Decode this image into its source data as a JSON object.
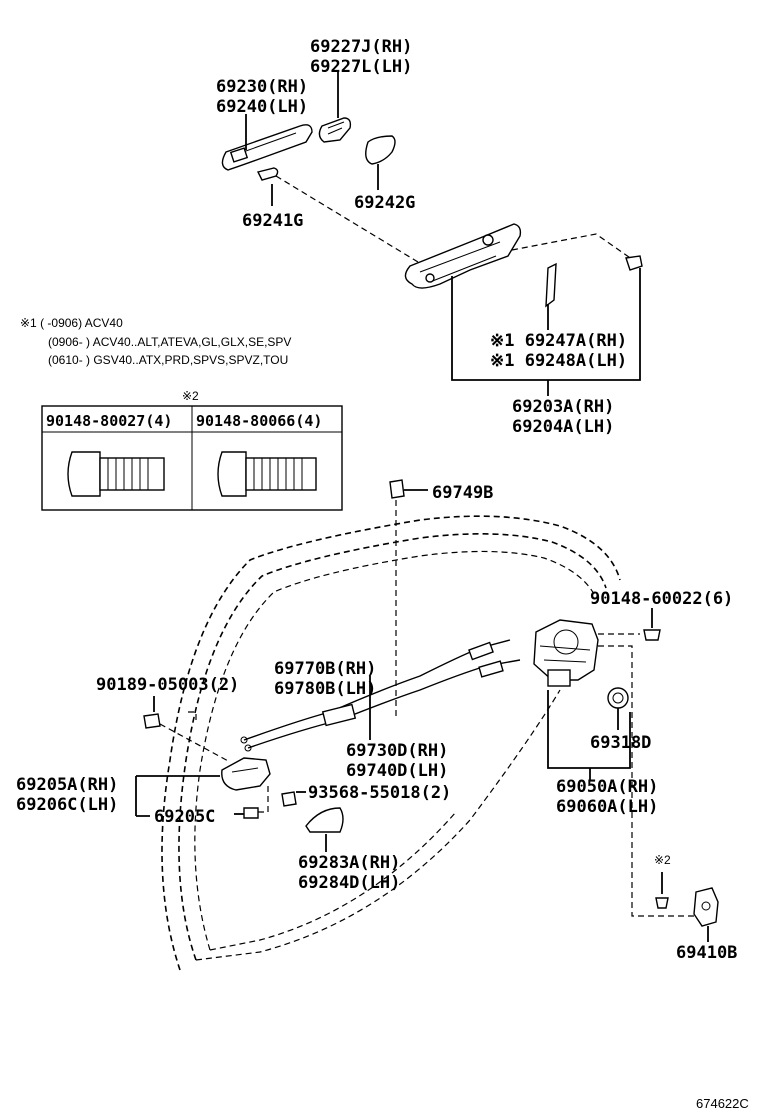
{
  "labels": {
    "p69227": [
      "69227J(RH)",
      "69227L(LH)"
    ],
    "p69230": [
      "69230(RH)",
      "69240(LH)"
    ],
    "p69241G": "69241G",
    "p69242G": "69242G",
    "p69247": [
      "※1 69247A(RH)",
      "※1 69248A(LH)"
    ],
    "p69203": [
      "69203A(RH)",
      "69204A(LH)"
    ],
    "p69749B": "69749B",
    "p90148_60022": "90148-60022(6)",
    "p69770": [
      "69770B(RH)",
      "69780B(LH)"
    ],
    "p90189": "90189-05003(2)",
    "p69730": [
      "69730D(RH)",
      "69740D(LH)"
    ],
    "p69318D": "69318D",
    "p69205": [
      "69205A(RH)",
      "69206C(LH)"
    ],
    "p69205C": "69205C",
    "p93568": "93568-55018(2)",
    "p69050": [
      "69050A(RH)",
      "69060A(LH)"
    ],
    "p69283": [
      "69283A(RH)",
      "69284D(LH)"
    ],
    "p69410B": "69410B",
    "note2_top": "※2",
    "note2_bottom": "※2"
  },
  "notes": {
    "line1": "※1 (      -0906) ACV40",
    "line2": "(0906-        ) ACV40..ALT,ATEVA,GL,GLX,SE,SPV",
    "line3": "(0610-        ) GSV40..ATX,PRD,SPVS,SPVZ,TOU"
  },
  "bolt_table": {
    "col1": "90148-80027(4)",
    "col2": "90148-80066(4)"
  },
  "ref_code": "674622C"
}
